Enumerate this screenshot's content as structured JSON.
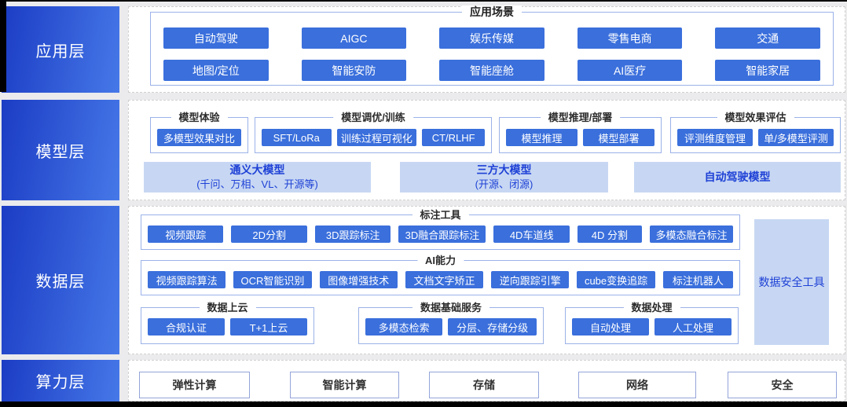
{
  "layers": {
    "app": "应用层",
    "model": "模型层",
    "data": "数据层",
    "compute": "算力层"
  },
  "application": {
    "title": "应用场景",
    "buttons": [
      "自动驾驶",
      "AIGC",
      "娱乐传媒",
      "零售电商",
      "交通",
      "地图/定位",
      "智能安防",
      "智能座舱",
      "AI医疗",
      "智能家居"
    ]
  },
  "model": {
    "groups": [
      {
        "title": "模型体验",
        "buttons": [
          "多模型效果对比"
        ]
      },
      {
        "title": "模型调优/训练",
        "buttons": [
          "SFT/LoRa",
          "训练过程可视化",
          "CT/RLHF"
        ]
      },
      {
        "title": "模型推理/部署",
        "buttons": [
          "模型推理",
          "模型部署"
        ]
      },
      {
        "title": "模型效果评估",
        "buttons": [
          "评测维度管理",
          "单/多模型评测"
        ]
      }
    ],
    "panels": [
      {
        "title": "通义大模型",
        "subtitle": "(千问、万相、VL、开源等)"
      },
      {
        "title": "三方大模型",
        "subtitle": "(开源、闭源)"
      },
      {
        "title": "自动驾驶模型",
        "subtitle": ""
      }
    ]
  },
  "data": {
    "annotation": {
      "title": "标注工具",
      "buttons": [
        "视频跟踪",
        "2D分割",
        "3D跟踪标注",
        "3D融合跟踪标注",
        "4D车道线",
        "4D 分割",
        "多模态融合标注"
      ]
    },
    "ai": {
      "title": "AI能力",
      "buttons": [
        "视频跟踪算法",
        "OCR智能识别",
        "图像增强技术",
        "文档文字矫正",
        "逆向跟踪引擎",
        "cube变换追踪",
        "标注机器人"
      ]
    },
    "cloud": {
      "title": "数据上云",
      "buttons": [
        "合规认证",
        "T+1上云"
      ]
    },
    "base": {
      "title": "数据基础服务",
      "buttons": [
        "多模态检索",
        "分层、存储分级"
      ]
    },
    "process": {
      "title": "数据处理",
      "buttons": [
        "自动处理",
        "人工处理"
      ]
    },
    "security": "数据安全工具"
  },
  "compute": {
    "boxes": [
      "弹性计算",
      "智能计算",
      "存储",
      "网络",
      "安全"
    ]
  },
  "colors": {
    "button_blue": "#3a6fdc",
    "panel_blue": "#c7d7f3",
    "panel_text": "#1e41d6",
    "sidebar_gradient_start": "#1b3cc4",
    "sidebar_gradient_end": "#4678e8"
  }
}
